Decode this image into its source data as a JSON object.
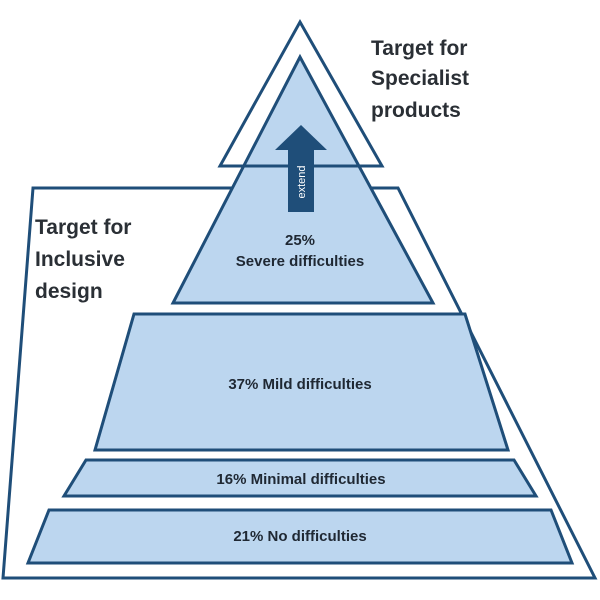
{
  "diagram": {
    "specialist_label": [
      "Target for",
      "Specialist",
      "products"
    ],
    "inclusive_label": [
      "Target for",
      "Inclusive",
      "design"
    ],
    "arrow_label": "extend",
    "tiers": {
      "severe": [
        "25%",
        "Severe difficulties"
      ],
      "mild": "37% Mild difficulties",
      "minimal": "16% Minimal difficulties",
      "none": "21% No difficulties"
    },
    "colors": {
      "outline": "#1f4e79",
      "fill": "#bcd6ef",
      "arrow": "#1f4e79",
      "background": "#ffffff"
    }
  }
}
